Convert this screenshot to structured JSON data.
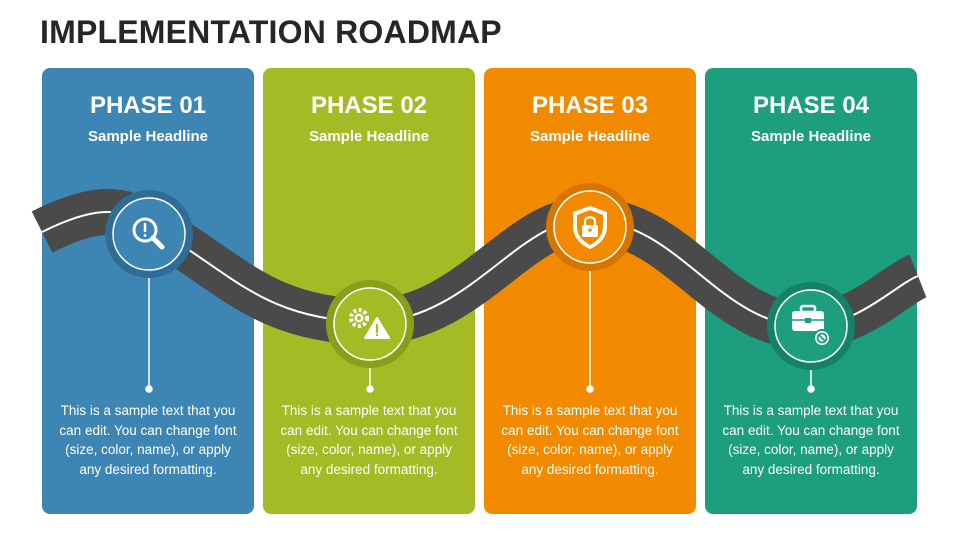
{
  "title": "IMPLEMENTATION ROADMAP",
  "phases": [
    {
      "label": "PHASE 01",
      "headline": "Sample Headline",
      "text": "This is a sample text that you can edit. You can change font (size, color, name), or apply any desired formatting.",
      "color": "#3D86B3",
      "ring": "#2E6E96",
      "icon": "search-alert-icon"
    },
    {
      "label": "PHASE 02",
      "headline": "Sample Headline",
      "text": "This is a sample text that you can edit. You can change font (size, color, name), or apply any desired formatting.",
      "color": "#A5BB25",
      "ring": "#8A9E1A",
      "icon": "gear-warning-icon"
    },
    {
      "label": "PHASE 03",
      "headline": "Sample Headline",
      "text": "This is a sample text that you can edit. You can change font (size, color, name), or apply any desired formatting.",
      "color": "#F28A00",
      "ring": "#D67500",
      "icon": "shield-lock-icon"
    },
    {
      "label": "PHASE 04",
      "headline": "Sample Headline",
      "text": "This is a sample text that you can edit. You can change font (size, color, name), or apply any desired formatting.",
      "color": "#1D9E7E",
      "ring": "#158266",
      "icon": "briefcase-blocked-icon"
    }
  ],
  "road_color": "#4A4A4A"
}
